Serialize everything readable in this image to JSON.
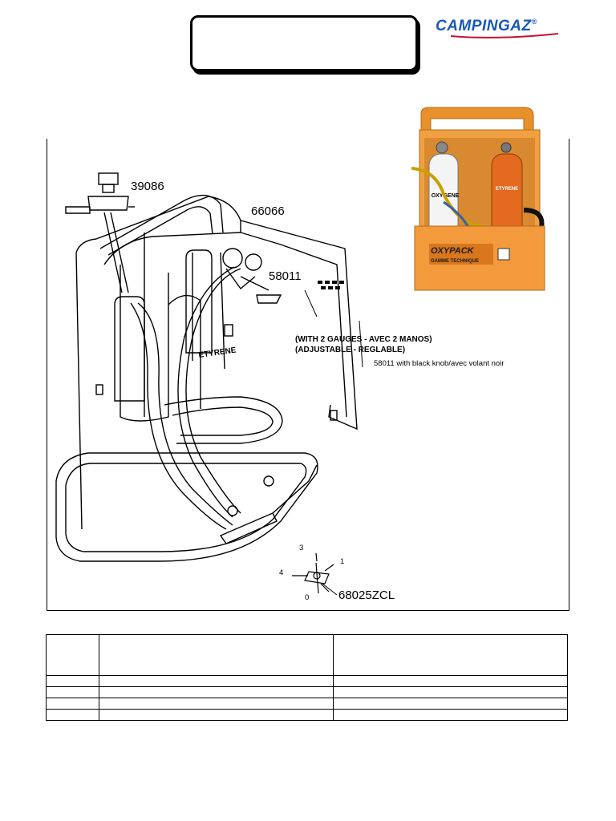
{
  "brand": {
    "logo_text": "CAMPINGAZ",
    "registered": "®",
    "color": "#1a56b8"
  },
  "photo": {
    "panel_label": "OXYPACK",
    "panel_sublabel": "GAMME TECHNIQUE",
    "cylinder_left": "OXYGENE",
    "cylinder_right": "ETYRENE",
    "case_color": "#e8902a"
  },
  "diagram": {
    "parts": {
      "regulator": "39086",
      "torch_handle": "66066",
      "regulator_gauges": "58011",
      "nozzle_set": "68025ZCL"
    },
    "cylinder_label": "ETYRENE",
    "note_line1": "(WITH 2 GAUGES - AVEC 2 MANOS)",
    "note_line2": "(ADJUSTABLE - REGLABLE)",
    "note_line3": "58011 with black knob/avec volant noir",
    "nozzle_positions": {
      "p3": "3",
      "p1": "1",
      "p4": "4",
      "p0": "0"
    }
  },
  "table": {
    "rows": [
      [
        "",
        "",
        ""
      ],
      [
        "",
        "",
        ""
      ],
      [
        "",
        "",
        ""
      ],
      [
        "",
        "",
        ""
      ],
      [
        "",
        "",
        ""
      ]
    ]
  }
}
